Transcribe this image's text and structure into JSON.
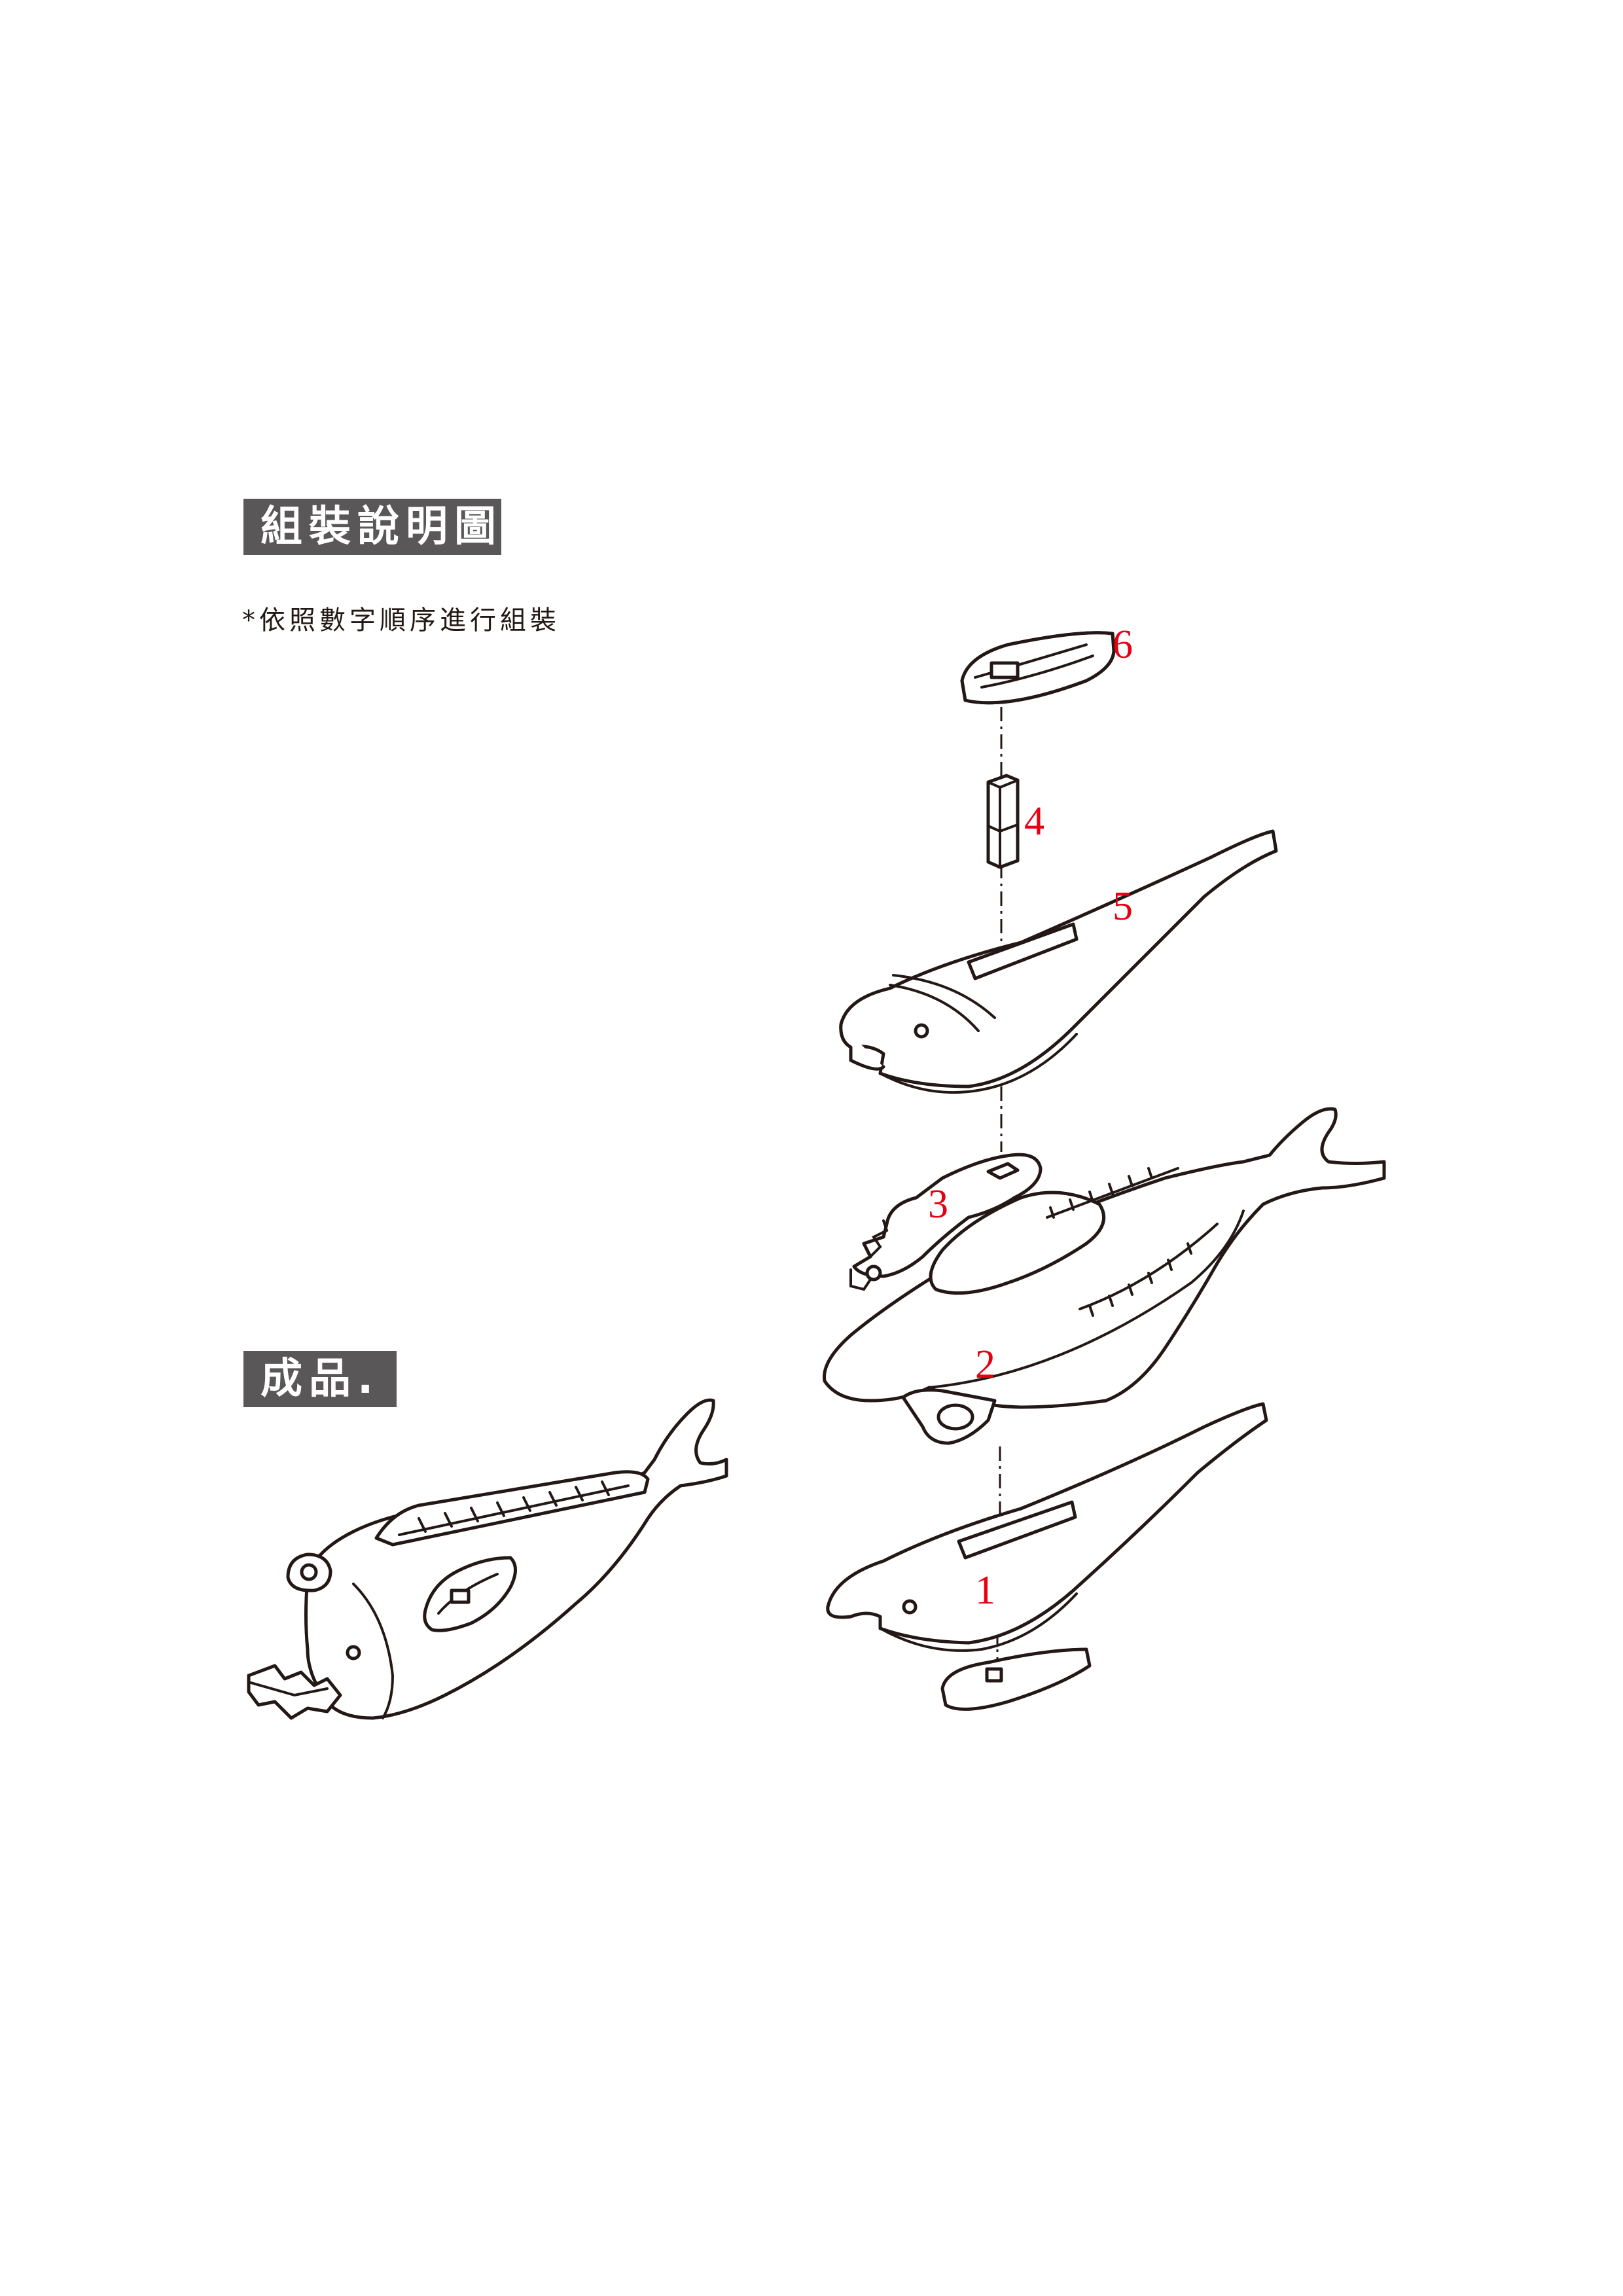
{
  "header": {
    "title": "組裝說明圖",
    "instruction": "*依照數字順序進行組裝",
    "finished_label": "成品."
  },
  "parts": {
    "p1": "1",
    "p2": "2",
    "p3": "3",
    "p4": "4",
    "p5": "5",
    "p6": "6"
  },
  "colors": {
    "label_background": "#595757",
    "label_text": "#ffffff",
    "number_color": "#e60012",
    "line_color": "#231815"
  }
}
